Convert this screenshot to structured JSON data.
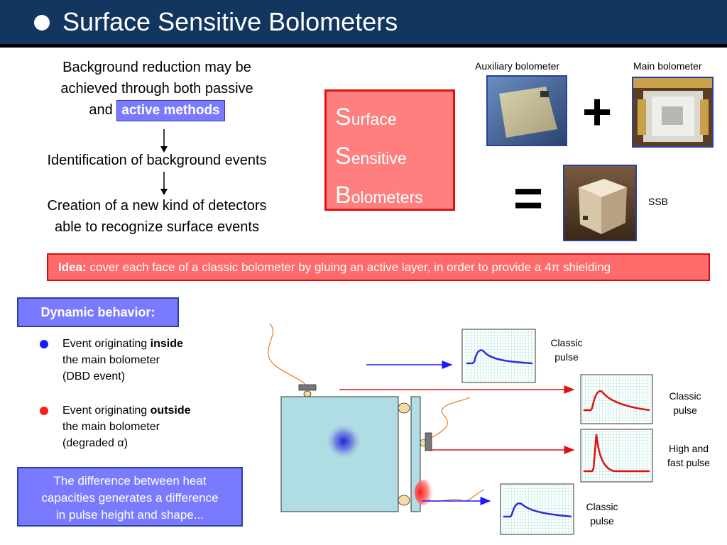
{
  "header": {
    "title": "Surface Sensitive Bolometers"
  },
  "intro": {
    "line1": "Background reduction may be",
    "line2": "achieved through both passive",
    "line3_prefix": "and",
    "active_methods": "active methods",
    "identification": "Identification of background events",
    "creation_line1": "Creation of a new kind of detectors",
    "creation_line2": "able to recognize surface events"
  },
  "ssb_box": {
    "s1_cap": "S",
    "s1_rest": "urface",
    "s2_cap": "S",
    "s2_rest": "ensitive",
    "b_cap": "B",
    "b_rest": "olometers"
  },
  "photos": {
    "auxiliary_label": "Auxiliary bolometer",
    "main_label": "Main bolometer",
    "ssb_label": "SSB",
    "plus": "+",
    "equals": "="
  },
  "idea": {
    "label": "Idea:",
    "text": "cover each face of a classic bolometer by gluing an active layer, in order to provide a 4π shielding"
  },
  "dynamic": {
    "title": "Dynamic behavior:",
    "inside_prefix": "Event originating",
    "inside_bold": "inside",
    "inside_line2": "the main bolometer",
    "inside_line3": "(DBD event)",
    "outside_prefix": "Event originating",
    "outside_bold": "outside",
    "outside_line2": "the main bolometer",
    "outside_line3": "(degraded α)",
    "bullet_colors": {
      "inside": "#1a1aff",
      "outside": "#ff1a1a"
    }
  },
  "difference": {
    "line1": "The difference between heat",
    "line2": "capacities generates a difference",
    "line3": "in pulse height and shape..."
  },
  "pulses": {
    "classic_top_1": "Classic",
    "classic_top_2": "pulse",
    "classic_mid_1": "Classic",
    "classic_mid_2": "pulse",
    "fast_1": "High and",
    "fast_2": "fast pulse",
    "classic_bot_1": "Classic",
    "classic_bot_2": "pulse"
  },
  "colors": {
    "accent_blue": "#7a7aff",
    "ssb_red": "#ff7f7f",
    "title_bg": "#12365f"
  }
}
